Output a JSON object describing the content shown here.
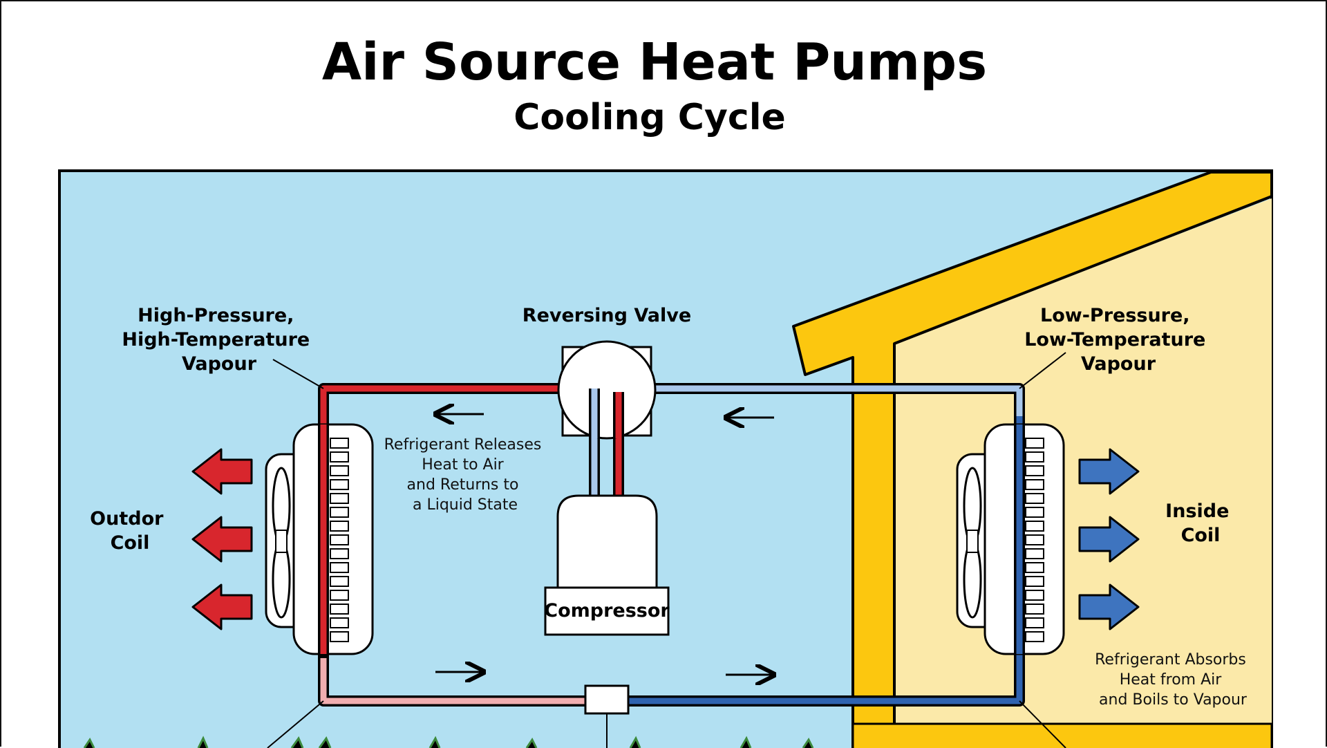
{
  "title": "Air Source Heat Pumps",
  "subtitle": "Cooling Cycle",
  "labels": {
    "outdoor_vapour": [
      "High-Pressure,",
      "High-Temperature",
      "Vapour"
    ],
    "reversing_valve": "Reversing Valve",
    "indoor_vapour": [
      "Low-Pressure,",
      "Low-Temperature",
      "Vapour"
    ],
    "outdoor_coil": [
      "Outdor",
      "Coil"
    ],
    "inside_coil": [
      "Inside",
      "Coil"
    ],
    "compressor": "Compressor",
    "releases_note": [
      "Refrigerant Releases",
      "Heat to Air",
      "and Returns to",
      "a Liquid State"
    ],
    "absorbs_note": [
      "Refrigerant Absorbs",
      "Heat from Air",
      "and Boils to Vapour"
    ]
  },
  "colors": {
    "sky": "#b2e0f2",
    "house_frame": "#fcc70f",
    "house_interior": "#fbe9a9",
    "hot_vapour": "#d8262d",
    "cool_vapour": "#a9c8ec",
    "warm_liquid": "#f2aeb0",
    "cold_liquid": "#2f63b0",
    "heat_out_arrow": "#d8262d",
    "heat_in_arrow": "#3e74bf"
  }
}
